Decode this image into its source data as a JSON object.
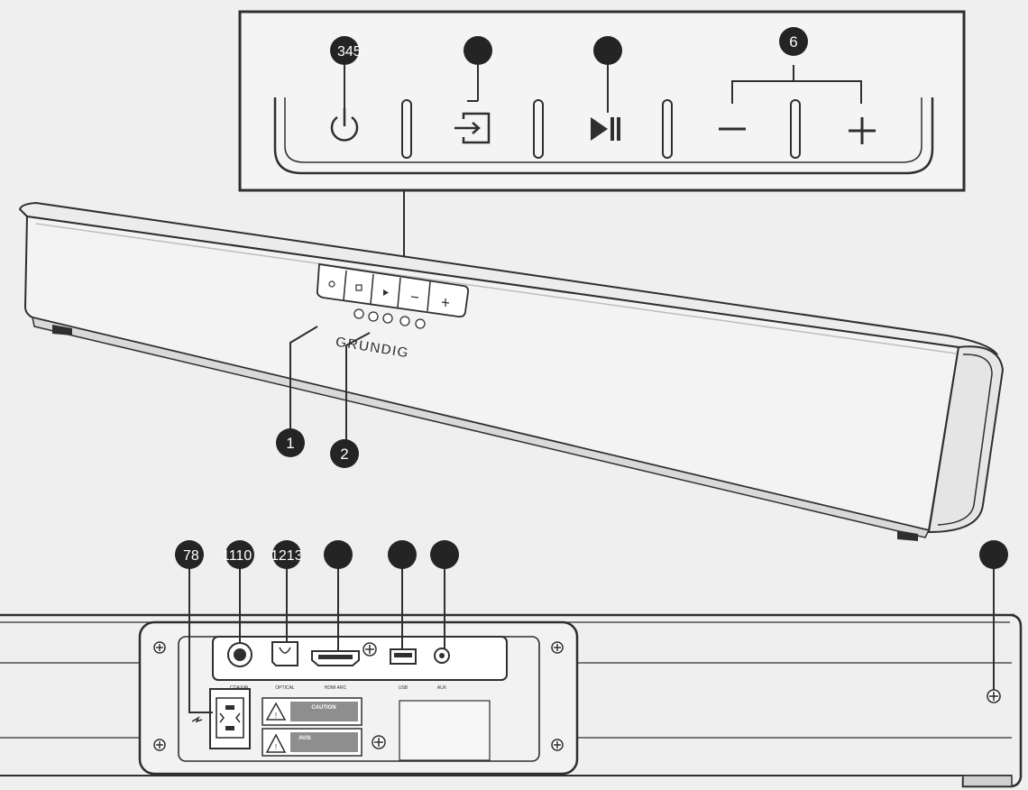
{
  "callouts": {
    "c1": "1",
    "c2": "2",
    "c345": "345",
    "c6": "6",
    "c78": "78",
    "c1110": "1110",
    "c1213": "1213"
  },
  "logo": "GRUNDIG",
  "front_buttons": [
    "power-icon",
    "input-icon",
    "play-pause-icon",
    "minus-icon",
    "plus-icon"
  ],
  "rear_labels": {
    "coaxial": "COAXIAL",
    "optical": "OPTICAL",
    "hdmi": "HDMI ARC",
    "usb": "USB",
    "aux": "AUX",
    "caution": "CAUTION",
    "avis": "AVIS"
  },
  "colors": {
    "background": "#efefef",
    "line": "#2f2f2f",
    "callout_fill": "#242424",
    "callout_text": "#ffffff"
  }
}
